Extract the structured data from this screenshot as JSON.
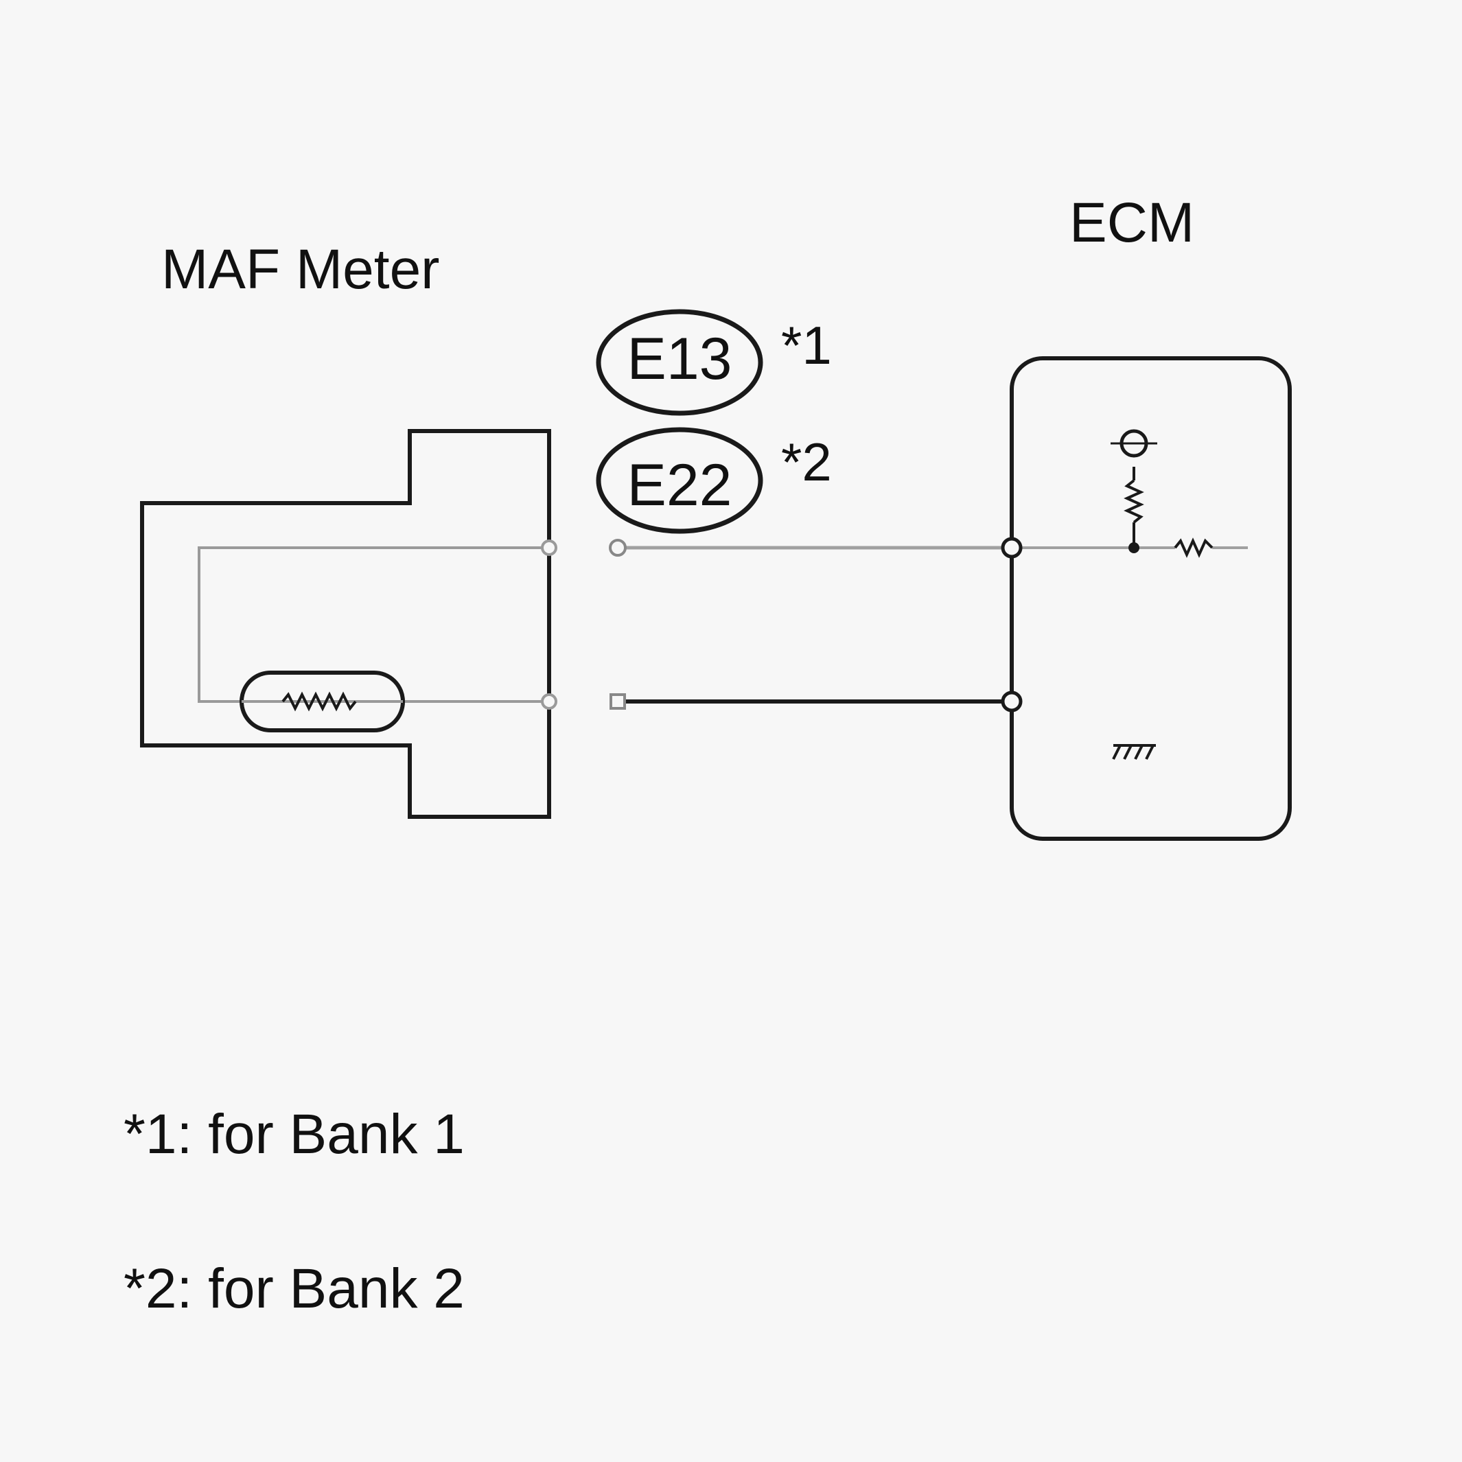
{
  "components": {
    "maf_meter": "MAF Meter",
    "ecm": "ECM"
  },
  "connectors": [
    {
      "id": "E13",
      "note": "*1"
    },
    {
      "id": "E22",
      "note": "*2"
    }
  ],
  "footnotes": [
    "*1: for Bank 1",
    "*2: for Bank 2"
  ],
  "colors": {
    "background": "#f7f7f7",
    "outline": "#1a1a1a",
    "internal_wire": "#9a9a9a",
    "wire": "#1a1a1a"
  }
}
